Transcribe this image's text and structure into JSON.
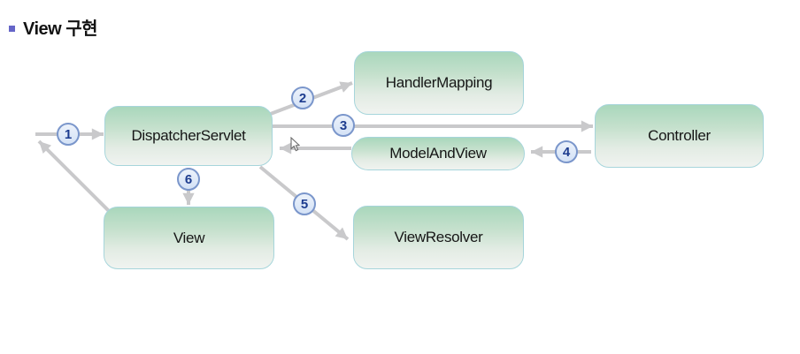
{
  "title": {
    "text": "View 구현"
  },
  "diagram": {
    "nodes": [
      {
        "id": "dispatcher-servlet",
        "label": "DispatcherServlet"
      },
      {
        "id": "handler-mapping",
        "label": "HandlerMapping"
      },
      {
        "id": "controller",
        "label": "Controller"
      },
      {
        "id": "model-and-view",
        "label": "ModelAndView"
      },
      {
        "id": "view-resolver",
        "label": "ViewResolver"
      },
      {
        "id": "view",
        "label": "View"
      }
    ],
    "steps": [
      {
        "number": "1"
      },
      {
        "number": "2"
      },
      {
        "number": "3"
      },
      {
        "number": "4"
      },
      {
        "number": "5"
      },
      {
        "number": "6"
      }
    ]
  },
  "colors": {
    "node_gradient_top": "#a9d7bc",
    "node_gradient_bottom": "#f0f3f0",
    "node_border": "#a6d5db",
    "arrow": "#c9c9cb",
    "badge_fill": "#d9e6f7",
    "badge_border": "#7a96cb",
    "badge_text": "#1d3c8f",
    "title_bullet": "#6565c8",
    "background": "#ffffff"
  }
}
